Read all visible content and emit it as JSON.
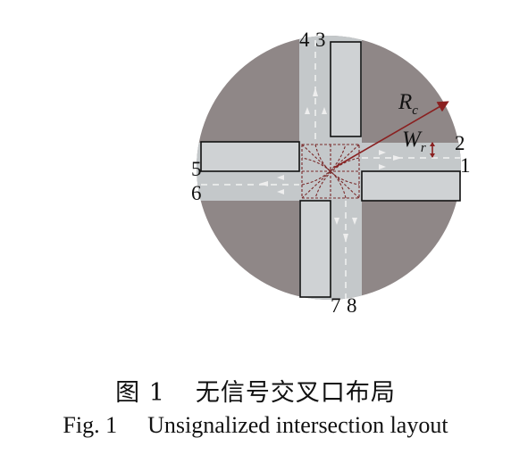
{
  "diagram": {
    "colors": {
      "area": "#8f8787",
      "road": "#c4c8ca",
      "island": "#cfd2d4",
      "lane_line": "#f2f2f2",
      "conflict": "#7a2a2a",
      "radius": "#8a2020",
      "label": "#111111"
    },
    "lane_labels": {
      "n4": "4",
      "n3": "3",
      "e2": "2",
      "e1": "1",
      "w5": "5",
      "w6": "6",
      "s7": "7",
      "s8": "8"
    },
    "radius_label": {
      "main": "R",
      "sub": "c"
    },
    "width_label": {
      "main": "W",
      "sub": "r"
    }
  },
  "caption": {
    "cn_num": "图 1",
    "cn_text": "无信号交叉口布局",
    "en_num": "Fig. 1",
    "en_text": "Unsignalized intersection layout"
  }
}
